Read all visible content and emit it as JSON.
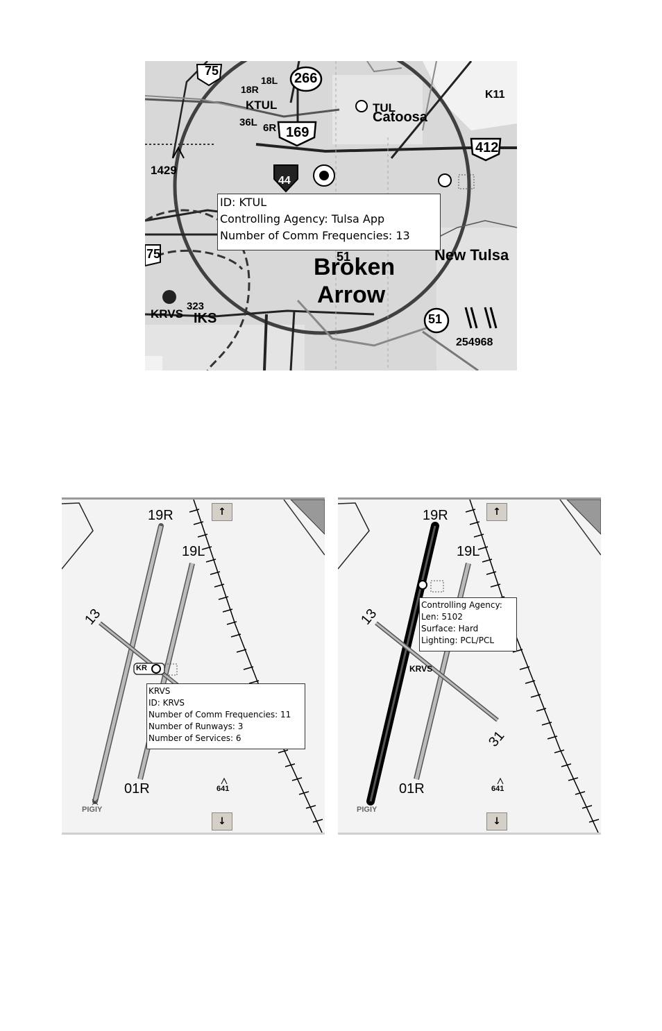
{
  "top_map": {
    "tooltip": {
      "lines": [
        "ID: KTUL",
        "Controlling Agency: Tulsa App",
        "Number of Comm Frequencies: 13"
      ]
    },
    "labels": {
      "rt75": "75",
      "rt266": "266",
      "rt169": "169",
      "rt412": "412",
      "rt44": "44",
      "rt51": "51",
      "rt51b": "51",
      "rt75b": "75",
      "rw18L": "18L",
      "rw18R": "18R",
      "ktul": "KTUL",
      "rw36L": "36L",
      "rw6R": "6R",
      "tul": "TUL",
      "catoosa": "Catoosa",
      "k11": "K11",
      "elev1429": "1429",
      "krvs": "KRVS",
      "elev323": "323",
      "iks": "IKS",
      "broken": "Broken",
      "arrow": "Arrow",
      "new_tulsa": "New Tulsa",
      "elev254968": "254968"
    }
  },
  "left_map": {
    "tooltip": {
      "lines": [
        "KRVS",
        "ID: KRVS",
        "Number of Comm Frequencies: 11",
        "Number of Runways: 3",
        "Number of Services: 6"
      ]
    },
    "labels": {
      "rw19R": "19R",
      "rw19L": "19L",
      "rw13": "13",
      "rw01R": "01R",
      "elev641": "641",
      "pigiy": "PIGIY",
      "krvs_tag": "KR"
    },
    "scroll_up": "↑",
    "scroll_down": "↓"
  },
  "right_map": {
    "tooltip": {
      "lines": [
        "Controlling Agency:",
        "Len: 5102",
        "Surface: Hard",
        "Lighting: PCL/PCL"
      ]
    },
    "labels": {
      "rw19R": "19R",
      "rw19L": "19L",
      "rw13": "13",
      "rw31": "31",
      "rw01R": "01R",
      "elev641": "641",
      "pigiy": "PIGIY",
      "krvs": "KRVS"
    },
    "scroll_up": "↑",
    "scroll_down": "↓"
  },
  "colors": {
    "map_bg": "#d8d8d8",
    "runway_gray": "#b5b5b5",
    "tooltip_border": "#333333"
  }
}
